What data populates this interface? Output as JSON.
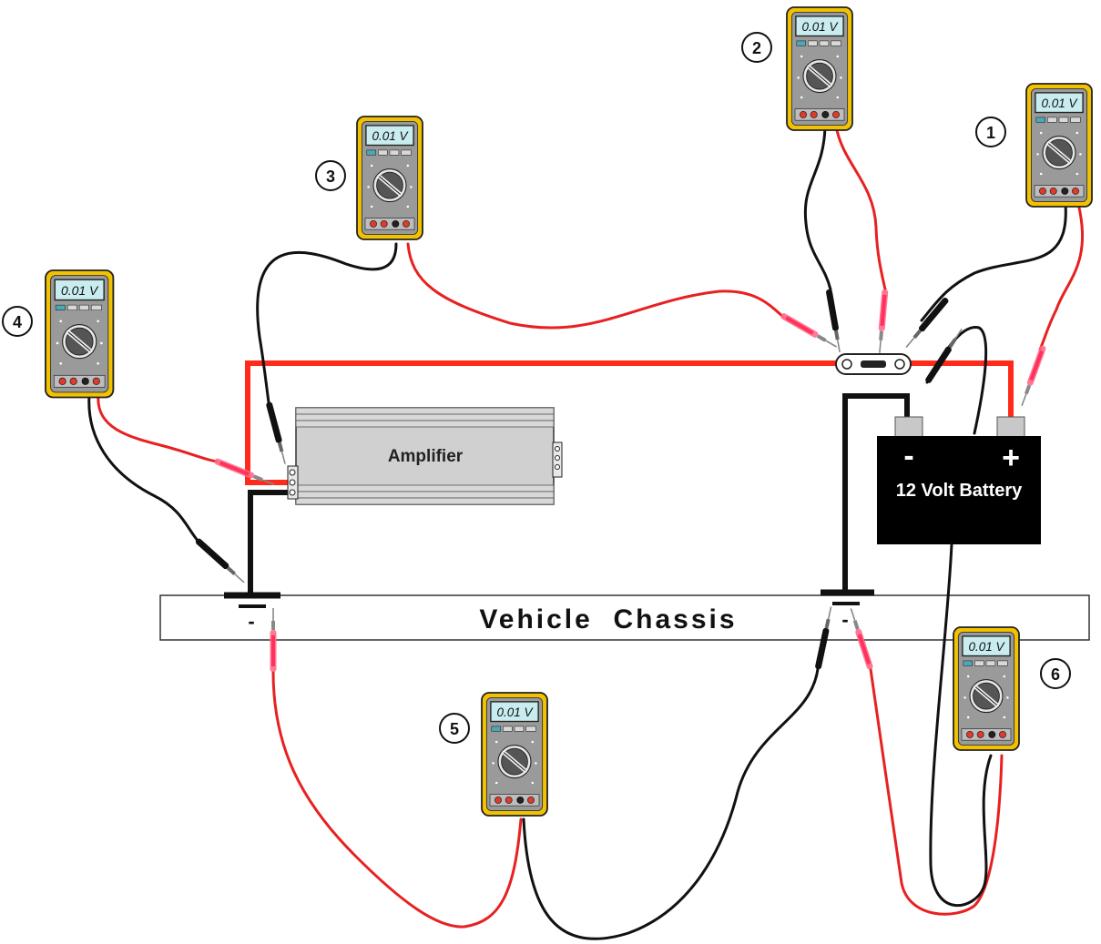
{
  "diagram": {
    "amplifier_label": "Amplifier",
    "battery_label": "12 Volt Battery",
    "battery_negative": "-",
    "battery_positive": "+",
    "chassis_label": "Vehicle  Chassis",
    "ground_symbol": "-"
  },
  "meters": [
    {
      "number": "1",
      "reading": "0.01 V"
    },
    {
      "number": "2",
      "reading": "0.01 V"
    },
    {
      "number": "3",
      "reading": "0.01 V"
    },
    {
      "number": "4",
      "reading": "0.01 V"
    },
    {
      "number": "5",
      "reading": "0.01 V"
    },
    {
      "number": "6",
      "reading": "0.01 V"
    }
  ],
  "colors": {
    "meter_body": "#f2c200",
    "meter_face": "#9a9a9a",
    "lcd": "#c8ecef",
    "wire_red": "#e82020",
    "wire_black": "#111111",
    "power_cable": "#ff2a1a",
    "amplifier": "#d0d0d0",
    "battery": "#000000"
  }
}
